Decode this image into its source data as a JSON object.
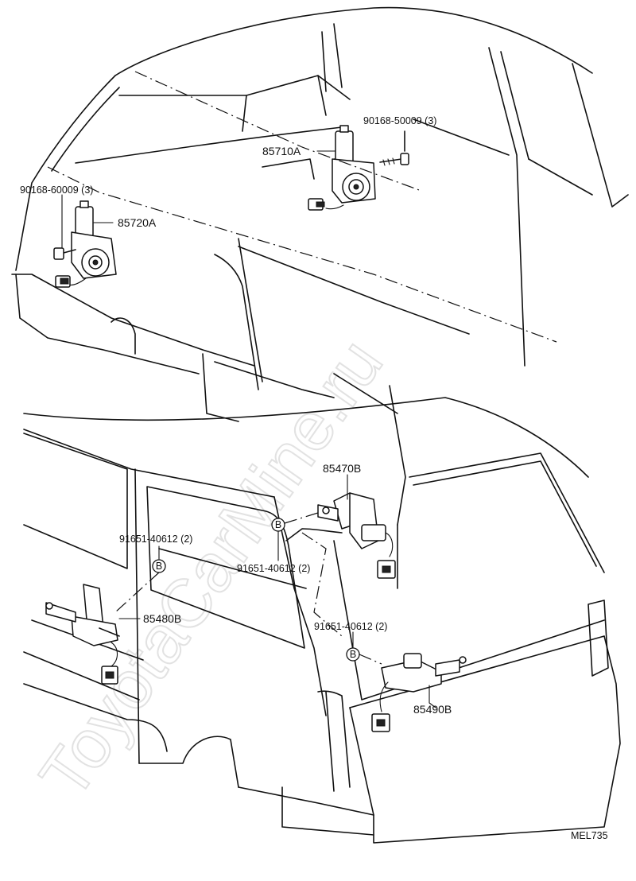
{
  "watermark": "ToyotaCarMine.ru",
  "diagram_code": "MEL735",
  "callouts": {
    "bolt_top": "90168-50009 (3)",
    "bolt_left": "90168-60009 (3)",
    "motor_85710a": "85710A",
    "motor_85720a": "85720A",
    "actuator_85470b": "85470B",
    "actuator_85480b": "85480B",
    "actuator_85490b": "85490B",
    "screw_left": "91651-40612 (2)",
    "screw_center": "91651-40612 (2)",
    "screw_right": "91651-40612 (2)"
  },
  "ref_marker": "B"
}
